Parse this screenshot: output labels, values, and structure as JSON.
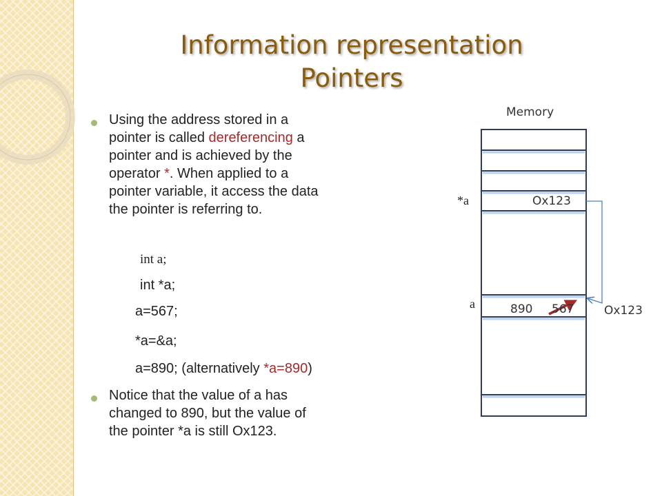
{
  "slide": {
    "title_line1": "Information representation",
    "title_line2": "Pointers",
    "bullet1": {
      "line1": "Using the address stored in a",
      "line2_pre": "pointer is called ",
      "line2_red": "dereferencing",
      "line2_post": " a",
      "line3": "pointer and is achieved by the",
      "line4_pre": "operator ",
      "line4_red": "*",
      "line4_post": ". When applied to a",
      "line5": "pointer variable, it access the data",
      "line6": "the pointer is referring to."
    },
    "code": {
      "line1": "int a;",
      "line2": "int *a;",
      "line3": "a=567;",
      "line4": "*a=&a;",
      "line5_pre": "a=890; (alternatively ",
      "line5_red": "*a=890",
      "line5_post": ")"
    },
    "bullet2": {
      "line1": "Notice that the value of a has",
      "line2": "changed to 890, but the value of",
      "line3": "the pointer *a is still Ox123."
    }
  },
  "memory": {
    "label": "Memory",
    "ptr_label": "*a",
    "ptr_value": "Ox123",
    "var_label": "a",
    "new_value": "890",
    "old_value": "567",
    "address": "Ox123"
  },
  "colors": {
    "title": "#8a5c0c",
    "highlight": "#a52a2a",
    "bullet": "#a8b878",
    "memory_rows": "#b9d0ec",
    "arrow": "#a52a2a"
  }
}
